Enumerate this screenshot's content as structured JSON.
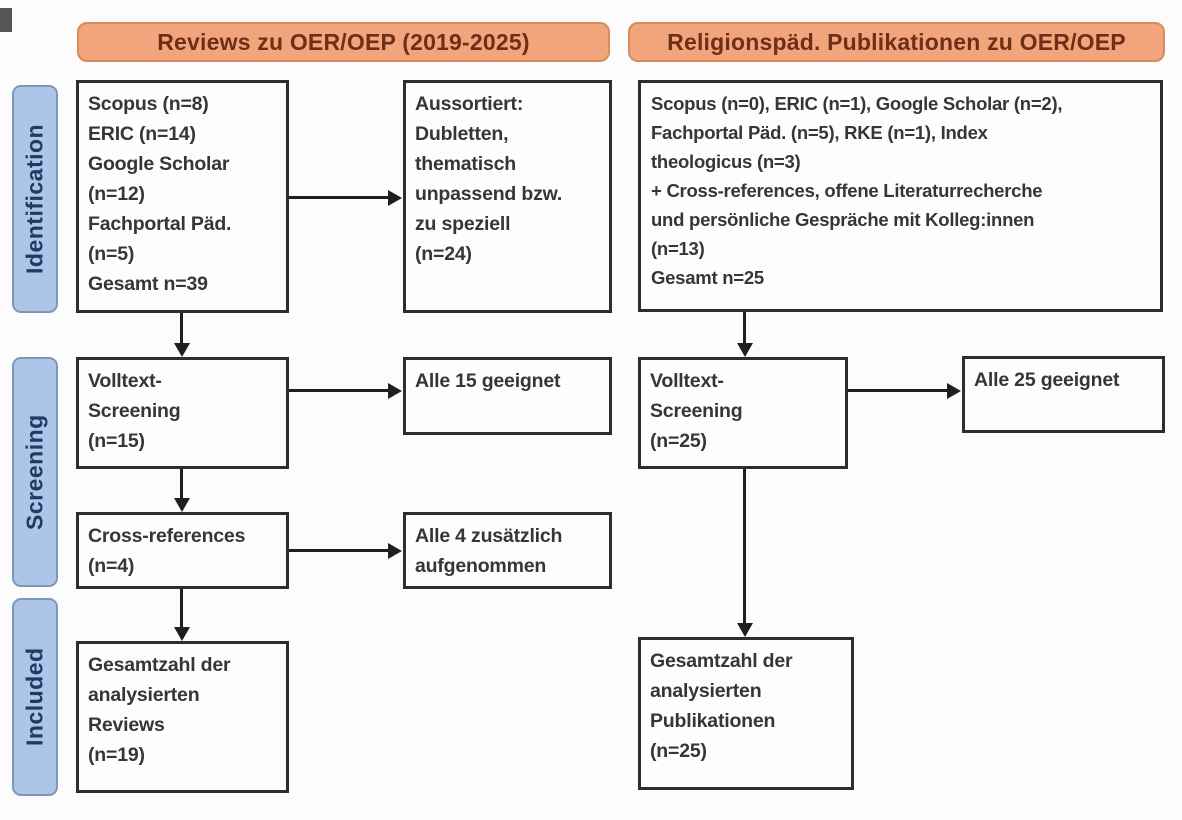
{
  "colors": {
    "background": "#fcfcfc",
    "orange_fill": "#f2a57c",
    "orange_border": "#d88b5b",
    "orange_text": "#6e2f16",
    "blue_fill": "#adc6e8",
    "blue_border": "#8096b8",
    "blue_text": "#223a63",
    "box_fill": "#fdfdfd",
    "box_border": "#2d2d2d",
    "ink": "#363636",
    "arrow": "#1f1f1f"
  },
  "headers": {
    "left": "Reviews zu OER/OEP (2019-2025)",
    "right": "Religionspäd. Publikationen zu OER/OEP"
  },
  "stages": {
    "identification": "Identification",
    "screening": "Screening",
    "included": "Included"
  },
  "boxes": {
    "left_sources": "Scopus (n=8)\nERIC (n=14)\nGoogle Scholar\n(n=12)\nFachportal Päd.\n(n=5)\nGesamt n=39",
    "left_excluded": "Aussortiert:\nDubletten,\nthematisch\nunpassend bzw.\nzu speziell\n(n=24)",
    "right_sources": "Scopus (n=0), ERIC (n=1), Google Scholar (n=2),\nFachportal Päd. (n=5), RKE (n=1), Index\ntheologicus (n=3)\n+ Cross-references, offene Literaturrecherche\nund persönliche Gespräche mit Kolleg:innen\n(n=13)\nGesamt n=25",
    "left_fulltext": "Volltext-\nScreening\n(n=15)",
    "left_eligible": "Alle 15 geeignet",
    "right_fulltext": "Volltext-\nScreening\n(n=25)",
    "right_eligible": "Alle 25 geeignet",
    "left_crossref": "Cross-references\n(n=4)",
    "left_crossref_added": "Alle 4 zusätzlich\naufgenommen",
    "left_total": "Gesamtzahl der\nanalysierten\nReviews\n(n=19)",
    "right_total": "Gesamtzahl der\nanalysierten\nPublikationen\n(n=25)"
  }
}
